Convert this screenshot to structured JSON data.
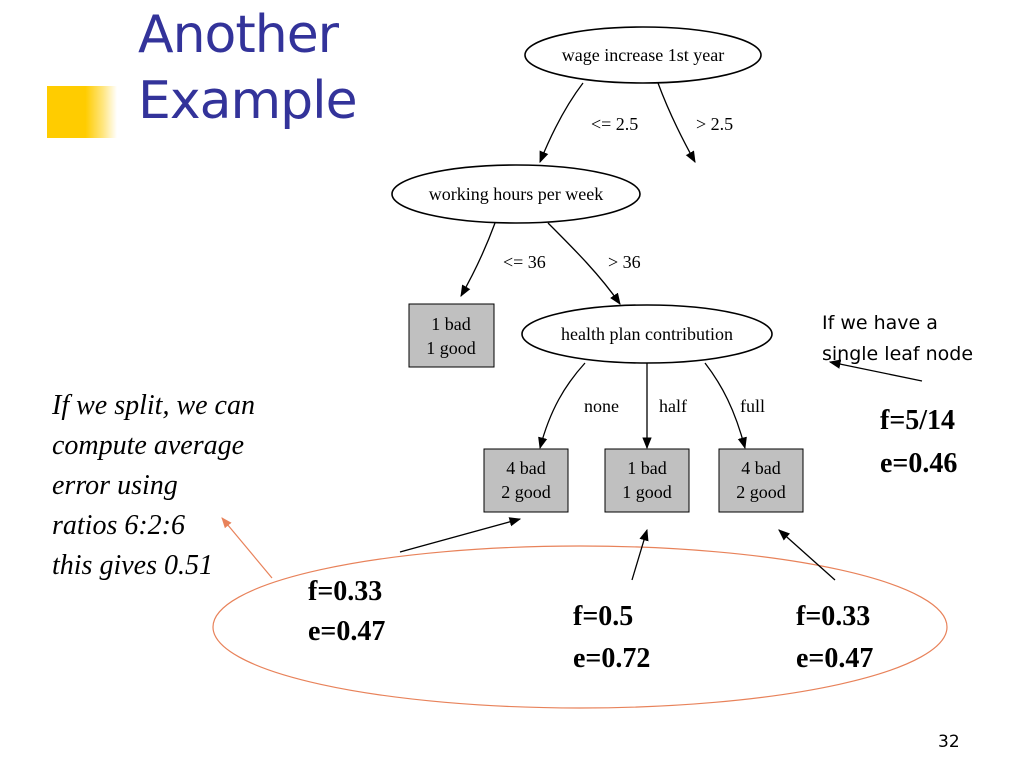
{
  "slide": {
    "title_line1": "Another",
    "title_line2": "Example",
    "page_number": "32"
  },
  "tree": {
    "root": "wage increase 1st year",
    "node_hours": "working hours per week",
    "node_health": "health plan contribution",
    "edges": {
      "root_le": "<= 2.5",
      "root_gt": "> 2.5",
      "hours_le": "<= 36",
      "hours_gt": "> 36",
      "health_none": "none",
      "health_half": "half",
      "health_full": "full"
    },
    "leaves": {
      "hours_le_line1": "1 bad",
      "hours_le_line2": "1 good",
      "none_line1": "4 bad",
      "none_line2": "2 good",
      "half_line1": "1 bad",
      "half_line2": "1 good",
      "full_line1": "4 bad",
      "full_line2": "2 good"
    }
  },
  "stats": {
    "none_f": "f=0.33",
    "none_e": "e=0.47",
    "half_f": "f=0.5",
    "half_e": "e=0.72",
    "full_f": "f=0.33",
    "full_e": "e=0.47",
    "single_f": "f=5/14",
    "single_e": "e=0.46"
  },
  "notes": {
    "single_leaf_line1": "If we have a",
    "single_leaf_line2": "single leaf node",
    "split_line1": "If we split, we can",
    "split_line2": "compute average",
    "split_line3": "error using",
    "split_line4": "ratios 6:2:6",
    "split_line5": "this gives 0.51"
  },
  "colors": {
    "title": "#33339a",
    "accent": "#ffcc00",
    "leaf_fill": "#c0c0c0",
    "ellipse_stroke": "#e8825a"
  }
}
